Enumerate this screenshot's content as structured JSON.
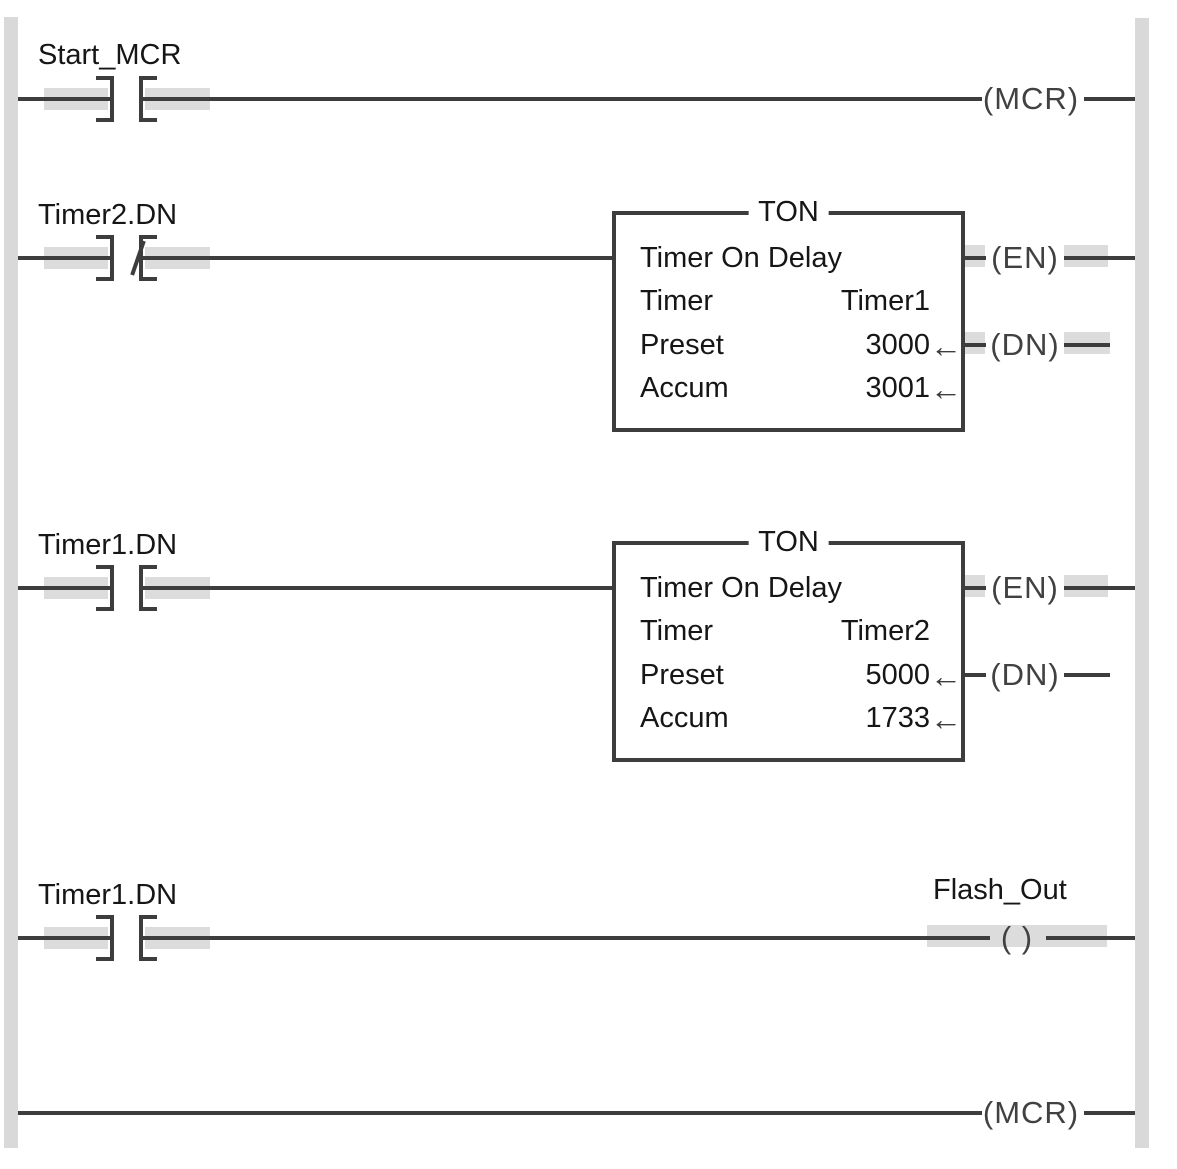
{
  "colors": {
    "wire": "#3d3d3d",
    "rail": "#d9d9d9",
    "highlight": "#dcdcdc",
    "text": "#161616",
    "coil_text": "#414141"
  },
  "glyphs": {
    "update_arrow": "←"
  },
  "rungs": [
    {
      "label": "Start_MCR",
      "contact_type": "normally-open",
      "output": {
        "coil": "(MCR)"
      }
    },
    {
      "label": "Timer2.DN",
      "contact_type": "normally-closed",
      "block": {
        "title": "TON",
        "description": "Timer On Delay",
        "rows": [
          {
            "name": "Timer",
            "value": "Timer1"
          },
          {
            "name": "Preset",
            "value": "3000"
          },
          {
            "name": "Accum",
            "value": "3001"
          }
        ]
      },
      "outputs": [
        {
          "coil": "(EN)"
        },
        {
          "coil": "(DN)"
        }
      ]
    },
    {
      "label": "Timer1.DN",
      "contact_type": "normally-open",
      "block": {
        "title": "TON",
        "description": "Timer On Delay",
        "rows": [
          {
            "name": "Timer",
            "value": "Timer2"
          },
          {
            "name": "Preset",
            "value": "5000"
          },
          {
            "name": "Accum",
            "value": "1733"
          }
        ]
      },
      "outputs": [
        {
          "coil": "(EN)"
        },
        {
          "coil": "(DN)"
        }
      ]
    },
    {
      "label": "Timer1.DN",
      "contact_type": "normally-open",
      "output": {
        "label": "Flash_Out",
        "coil": "( )"
      }
    },
    {
      "output": {
        "coil": "(MCR)"
      }
    }
  ]
}
